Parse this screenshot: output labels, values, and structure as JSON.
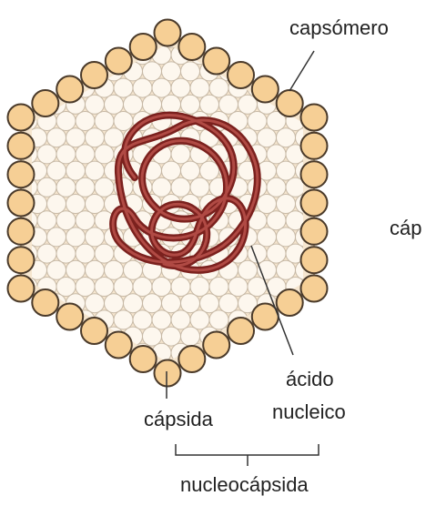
{
  "labels": {
    "capsomero": "capsómero",
    "capsida_cut": "cáp",
    "acido": "ácido",
    "nucleico": "nucleico",
    "capsida": "cápsida",
    "nucleocapsida": "nucleocápsida"
  },
  "colors": {
    "capsomere_fill": "#f6cf95",
    "capsomere_stroke": "#4a3a2a",
    "inner_fill": "#fbf0df",
    "inner_circle_fill": "#fdf7ee",
    "inner_circle_stroke": "#c7b9a6",
    "nucleic_acid": "#8b2a26",
    "nucleic_acid_highlight": "#b8504a",
    "leader_line": "#333333"
  }
}
